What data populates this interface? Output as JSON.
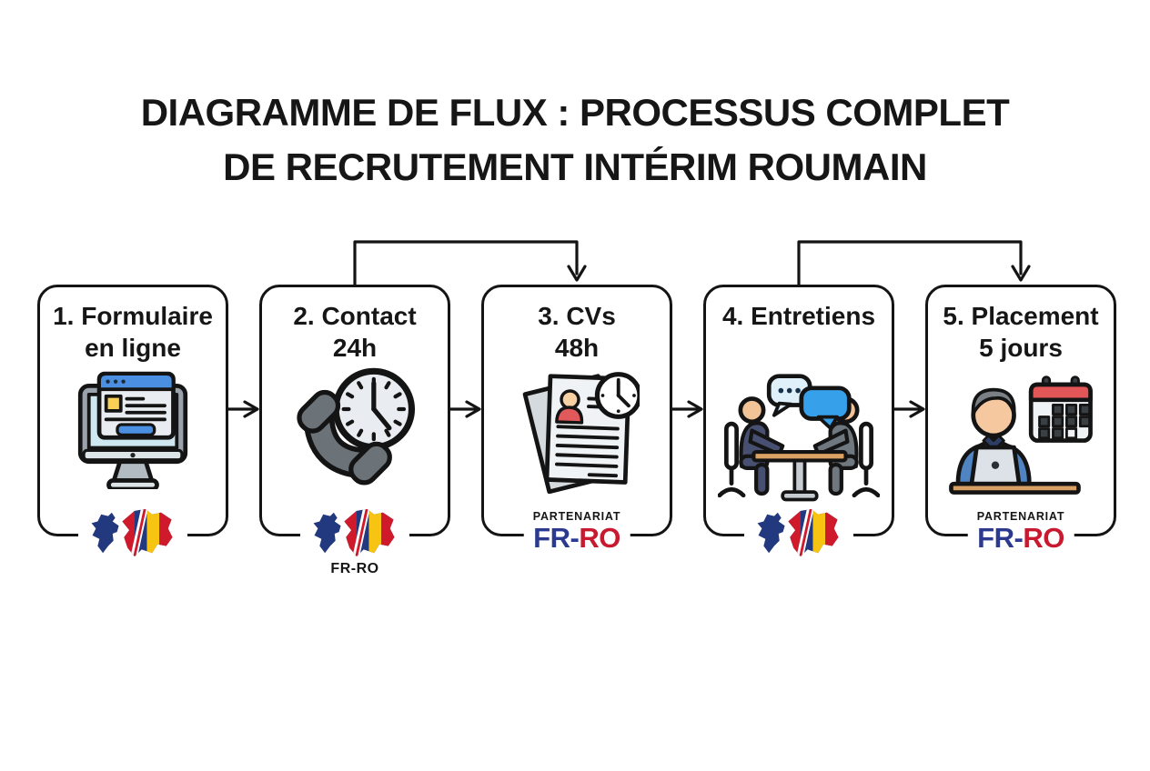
{
  "title": {
    "line1": "DIAGRAMME DE FLUX : PROCESSUS COMPLET",
    "line2": "DE RECRUTEMENT INTÉRIM ROUMAIN"
  },
  "steps": [
    {
      "title_line1": "1. Formulaire",
      "title_line2": "en ligne",
      "icon": "online-form-monitor-icon",
      "badge": {
        "type": "france-romania-flags"
      }
    },
    {
      "title_line1": "2. Contact",
      "title_line2": "24h",
      "icon": "phone-clock-icon",
      "badge": {
        "type": "france-romania-flags",
        "label": "FR-RO"
      }
    },
    {
      "title_line1": "3. CVs",
      "title_line2": "48h",
      "icon": "cv-documents-clock-icon",
      "badge": {
        "type": "partnership-wordmark",
        "top": "PARTENARIAT",
        "fr": "FR-",
        "ro": "RO"
      }
    },
    {
      "title_line1": "4. Entretiens",
      "title_line2": "",
      "icon": "interview-table-icon",
      "badge": {
        "type": "france-romania-flags"
      }
    },
    {
      "title_line1": "5. Placement",
      "title_line2": "5 jours",
      "icon": "desk-worker-calendar-icon",
      "badge": {
        "type": "partnership-wordmark",
        "top": "PARTENARIAT",
        "fr": "FR-",
        "ro": "RO"
      }
    }
  ],
  "connectors": {
    "sequential_arrows": 4,
    "bypass_arrows": [
      "step-2-to-step-3",
      "step-4-to-step-5"
    ]
  },
  "colors": {
    "outline": "#141414",
    "accent_blue": "#4b8fe2",
    "light_blue": "#cfe7f0",
    "yellow": "#f8d056",
    "red": "#e05658",
    "skin": "#f6c8a0",
    "gray": "#6b7278",
    "table_tan": "#d9a066",
    "flag_france_blue": "#22397f",
    "flag_red": "#cf1a2c",
    "flag_yellow": "#f7c411",
    "wordmark_blue": "#2b3a8f",
    "wordmark_red": "#c8192e"
  }
}
